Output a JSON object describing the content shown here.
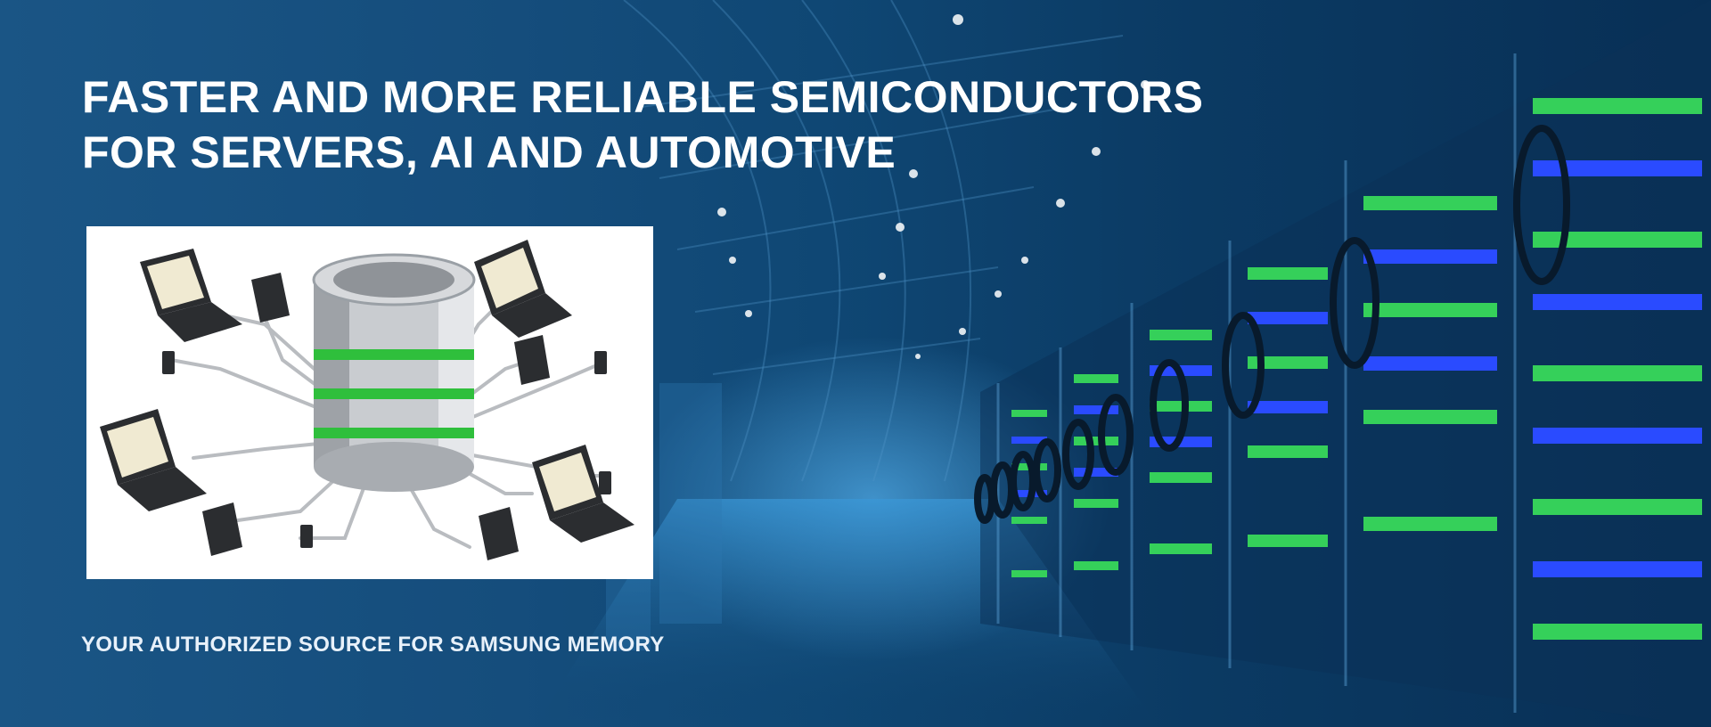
{
  "hero": {
    "headline_line1": "FASTER AND MORE RELIABLE SEMICONDUCTORS",
    "headline_line2": "FOR SERVERS, AI AND AUTOMOTIVE",
    "tagline": "YOUR AUTHORIZED SOURCE FOR SAMSUNG MEMORY",
    "feature_image": "database-network-illustration",
    "background_image": "data-center-server-aisle",
    "colors": {
      "background": "#0d3f6a",
      "text": "#ffffff",
      "server_led_green": "#35d05a",
      "server_led_blue": "#2a4bff"
    }
  }
}
